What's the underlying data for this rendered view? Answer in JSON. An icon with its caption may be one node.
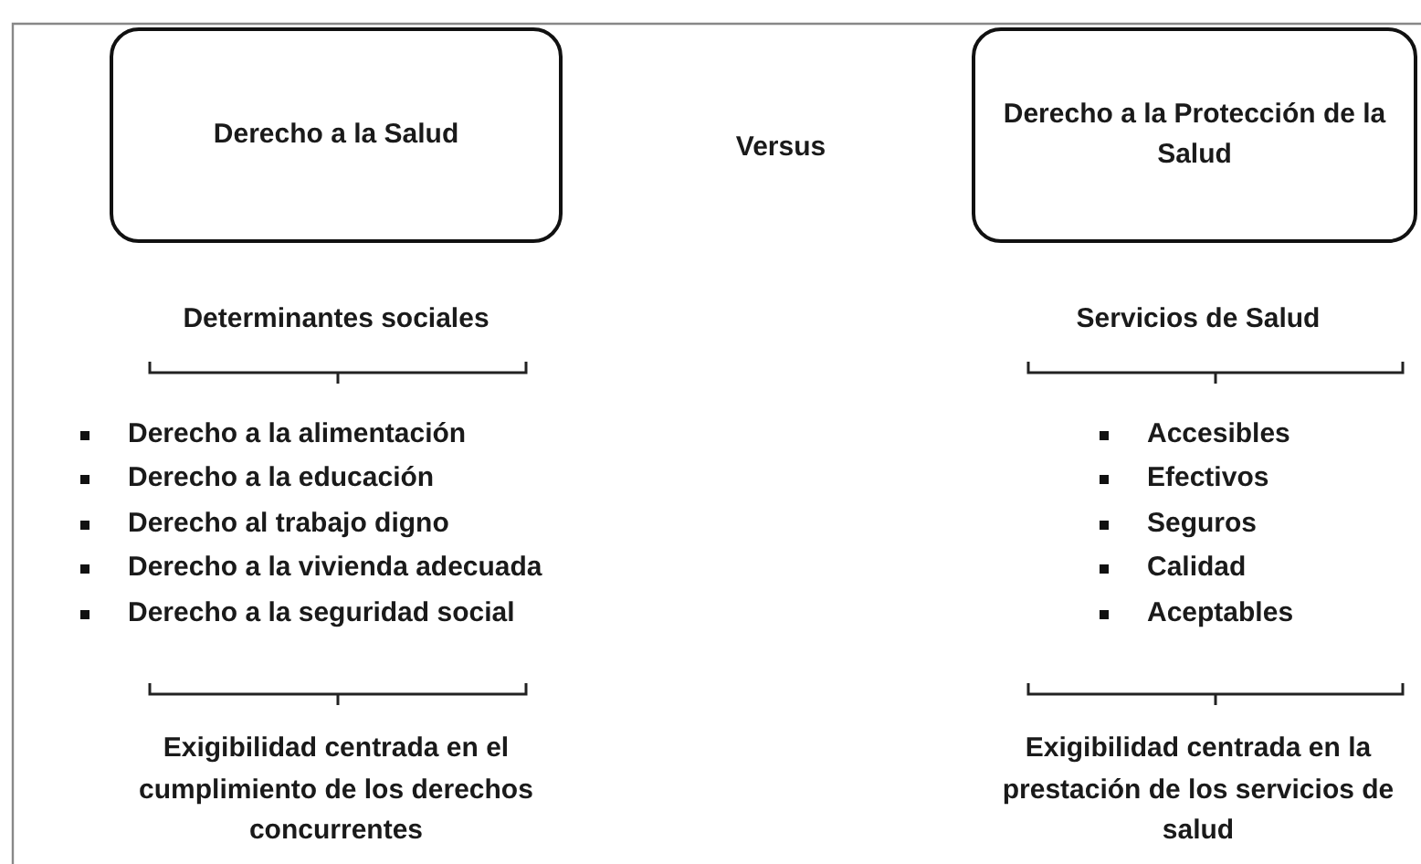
{
  "diagram": {
    "nodes": [
      {
        "text": [
          "Derecho a la Salud"
        ]
      },
      {
        "text": [
          "Derecho a la Protección de la Salud"
        ]
      }
    ],
    "labels": [
      "Versus",
      "Determinantes sociales",
      "Servicios de Salud",
      "Derecho a la alimentación",
      "Derecho a la educación",
      "Derecho al trabajo digno",
      "Derecho a la vivienda adecuada",
      "Derecho a la seguridad social",
      "Accesibles",
      "Efectivos",
      "Seguros",
      "Calidad",
      "Aceptables",
      "Exigibilidad centrada en el cumplimiento de los derechos concurrentes",
      "Exigibilidad centrada en la prestación de los servicios de salud"
    ]
  }
}
